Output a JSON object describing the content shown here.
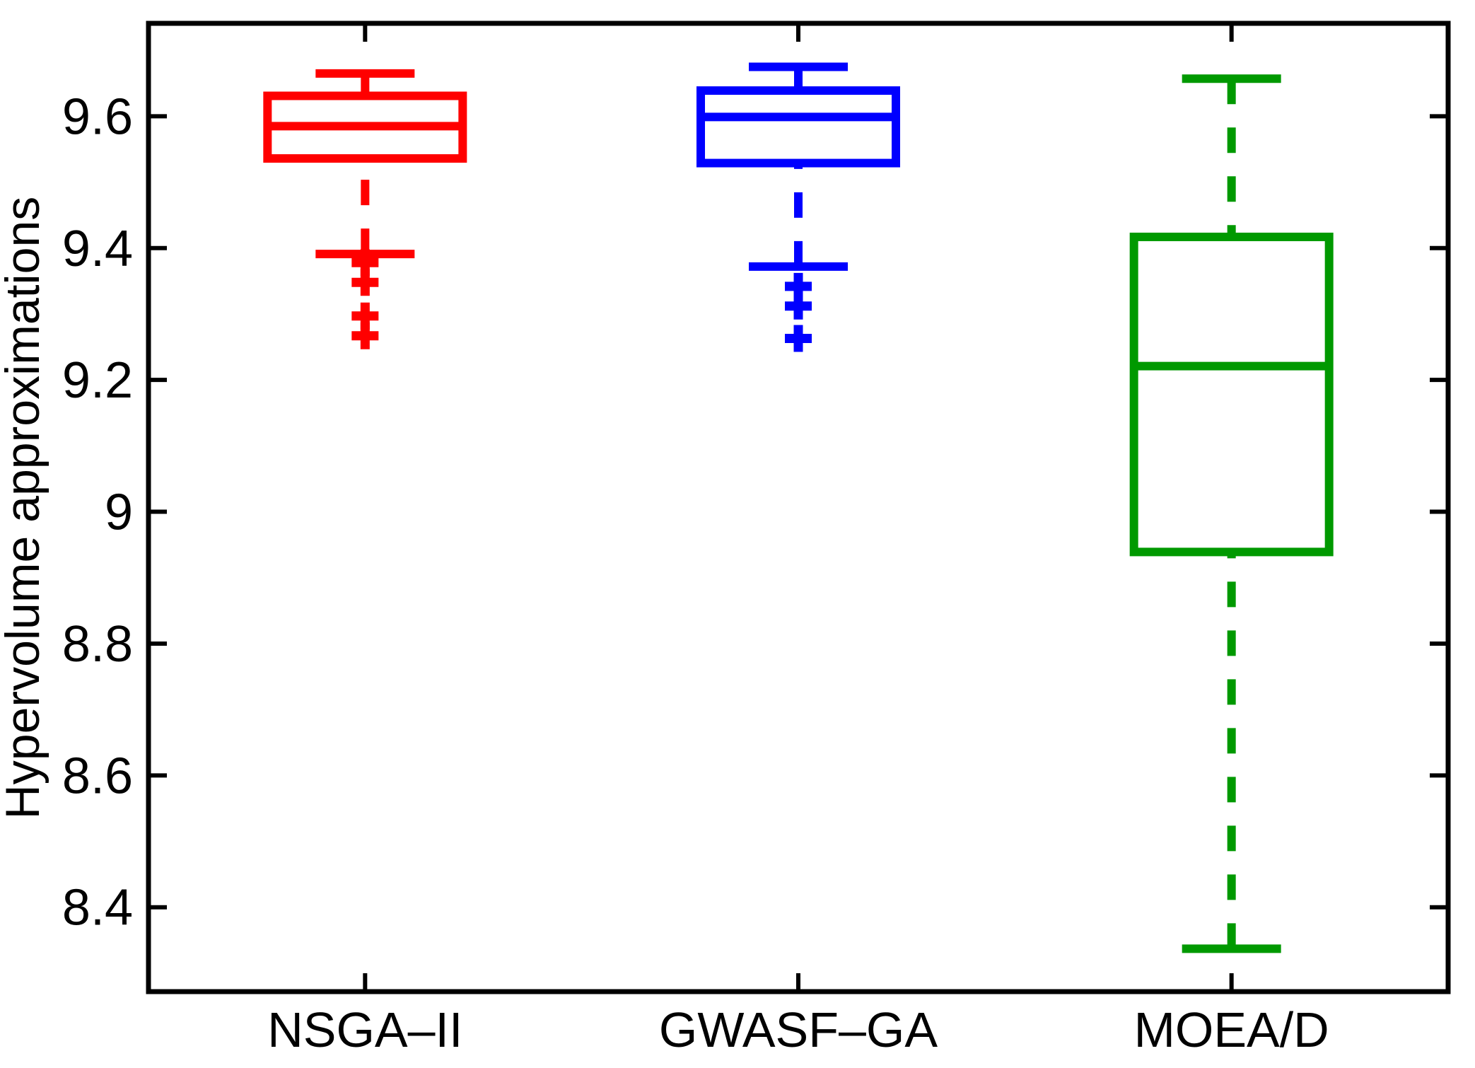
{
  "figure": {
    "background": "#ffffff",
    "frame_color": "#000000"
  },
  "chart_data": {
    "type": "boxplot",
    "title": "",
    "xlabel": "",
    "ylabel": "Hypervolume approximations",
    "grid": false,
    "legend": null,
    "ylim": [
      8.272,
      9.741
    ],
    "y_ticks": {
      "values": [
        9.6,
        9.4,
        9.2,
        9.0,
        8.8,
        8.6,
        8.4
      ],
      "labels": [
        "9.6",
        "9.4",
        "9.2",
        "9",
        "8.8",
        "8.6",
        "8.4"
      ]
    },
    "categories": [
      "NSGA–II",
      "GWASF–GA",
      "MOEA/D"
    ],
    "series": [
      {
        "name": "NSGA-II",
        "color": "#ff0000",
        "whisker_high": 9.665,
        "q3": 9.631,
        "median": 9.585,
        "q1": 9.536,
        "whisker_low": 9.391,
        "outliers": [
          9.378,
          9.348,
          9.297,
          9.267
        ]
      },
      {
        "name": "GWASF-GA",
        "color": "#0000ff",
        "whisker_high": 9.675,
        "q3": 9.639,
        "median": 9.599,
        "q1": 9.529,
        "whisker_low": 9.372,
        "outliers": [
          9.342,
          9.312,
          9.263
        ]
      },
      {
        "name": "MOEA/D",
        "color": "#009900",
        "whisker_high": 9.657,
        "q3": 9.417,
        "median": 9.221,
        "q1": 8.939,
        "whisker_low": 8.337,
        "outliers": []
      }
    ]
  }
}
